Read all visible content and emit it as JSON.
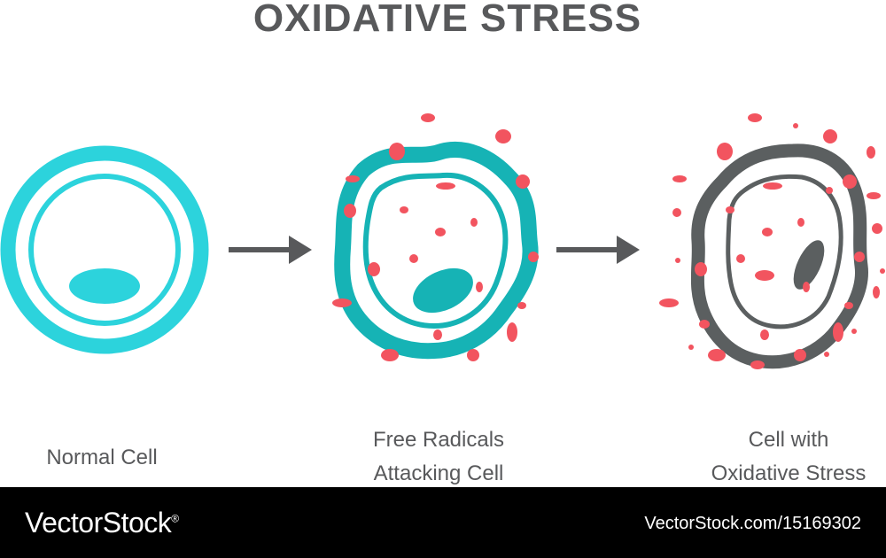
{
  "title": "OXIDATIVE STRESS",
  "stages": [
    {
      "label_lines": [
        "Normal Cell"
      ]
    },
    {
      "label_lines": [
        "Free Radicals",
        "Attacking Cell"
      ]
    },
    {
      "label_lines": [
        "Cell with",
        "Oxidative Stress"
      ]
    }
  ],
  "footer": {
    "brand": "VectorStock",
    "brand_mark": "®",
    "url": "VectorStock.com/15169302"
  },
  "colors": {
    "normal_cell": "#2cd3dc",
    "attacked_cell": "#16b3b5",
    "stressed_cell": "#5b5f60",
    "free_radical": "#f2545f",
    "arrow": "#58595b",
    "text": "#58595b",
    "footer_bg": "#000000"
  }
}
